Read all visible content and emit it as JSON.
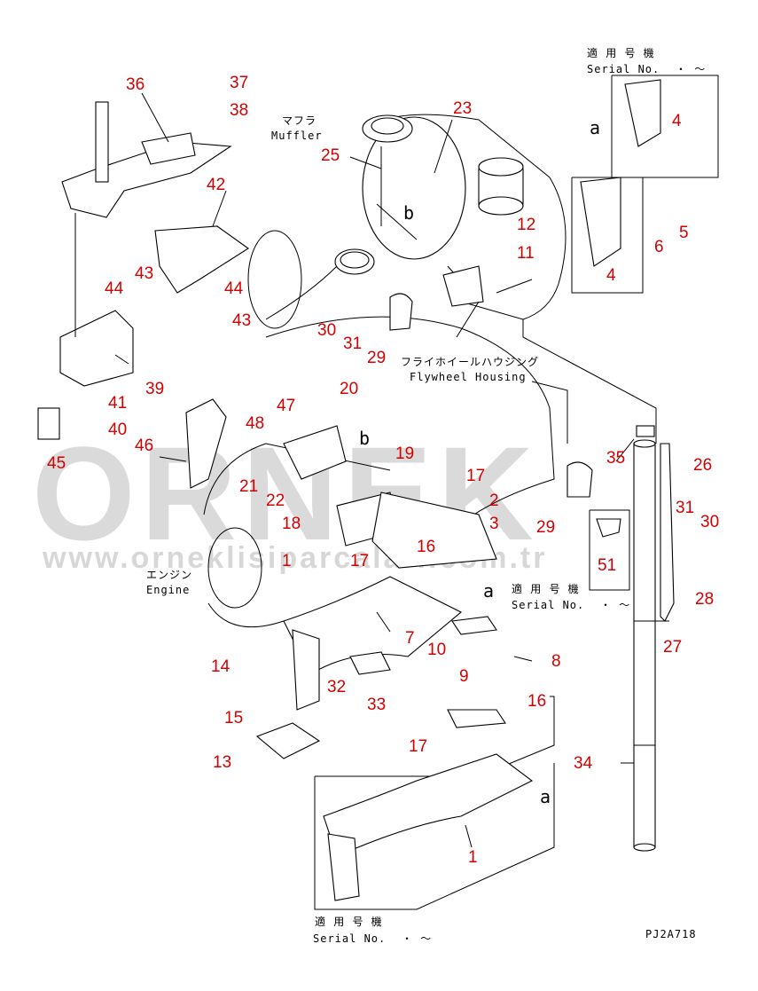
{
  "watermark": {
    "brand": "ORNEK",
    "url": "www.orneklisiparcalari.com.tr"
  },
  "drawing_code": "PJ2A718",
  "captions": {
    "muffler_jp": "マフラ",
    "muffler_en": "Muffler",
    "flywheel_jp": "フライホイールハウジング",
    "flywheel_en": "Flywheel Housing",
    "engine_jp": "エンジン",
    "engine_en": "Engine",
    "serial_jp": "適 用 号 機",
    "serial_en": "Serial No.",
    "serial_range": "・ ～"
  },
  "view_markers": [
    "a",
    "b",
    "b",
    "a",
    "a"
  ],
  "part_labels": [
    "36",
    "37",
    "38",
    "23",
    "25",
    "42",
    "43",
    "44",
    "44",
    "43",
    "39",
    "41",
    "40",
    "45",
    "46",
    "48",
    "47",
    "20",
    "19",
    "21",
    "22",
    "18",
    "17",
    "2",
    "3",
    "16",
    "17",
    "1",
    "7",
    "10",
    "8",
    "14",
    "32",
    "9",
    "33",
    "15",
    "13",
    "16",
    "17",
    "1",
    "12",
    "11",
    "4",
    "5",
    "6",
    "4",
    "30",
    "31",
    "29",
    "35",
    "26",
    "31",
    "30",
    "29",
    "51",
    "28",
    "27",
    "34"
  ]
}
